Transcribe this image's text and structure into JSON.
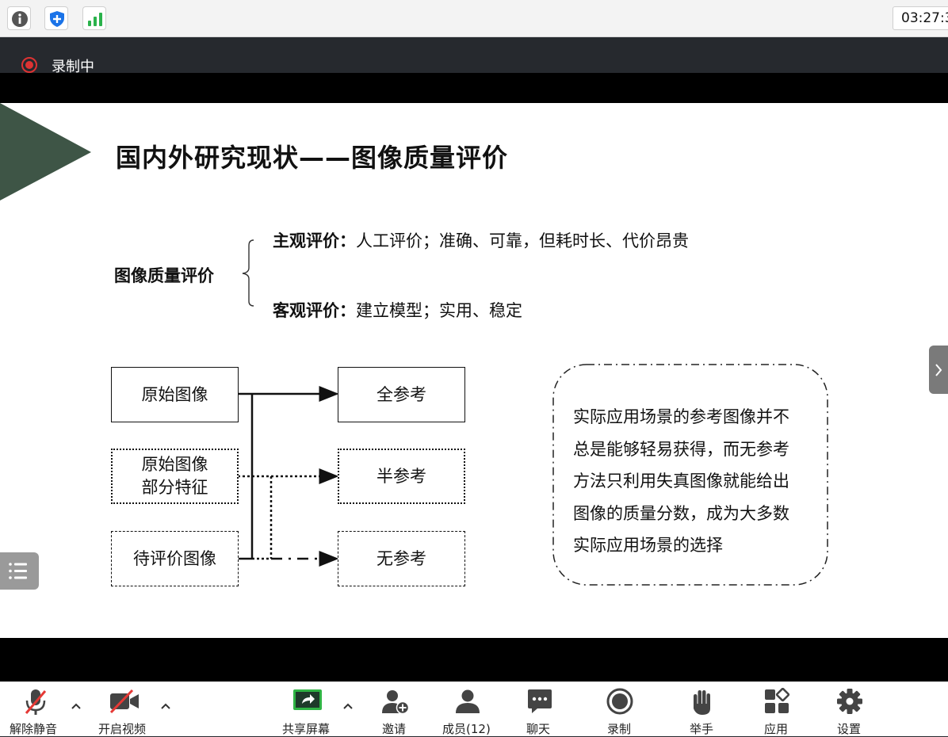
{
  "window": {
    "clock": "03:27:3"
  },
  "recording": {
    "label": "录制中"
  },
  "slide": {
    "title": "国内外研究现状——图像质量评价",
    "category_label": "图像质量评价",
    "subjective_label": "主观评价：",
    "subjective_desc": "人工评价；准确、可靠，但耗时长、代价昂贵",
    "objective_label": "客观评价：",
    "objective_desc": "建立模型；实用、稳定",
    "flow": {
      "source_original": "原始图像",
      "source_partial_line1": "原始图像",
      "source_partial_line2": "部分特征",
      "source_test": "待评价图像",
      "target_full": "全参考",
      "target_reduced": "半参考",
      "target_none": "无参考"
    },
    "note_lines": [
      "实际应用场景的参考图像并不",
      "总是能够轻易获得，而无参考",
      "方法只利用失真图像就能给出",
      "图像的质量分数，成为大多数",
      "实际应用场景的选择"
    ]
  },
  "toolbar": {
    "unmute": "解除静音",
    "start_video": "开启视频",
    "share_screen": "共享屏幕",
    "invite": "邀请",
    "members": "成员(12)",
    "chat": "聊天",
    "record": "录制",
    "raise_hand": "举手",
    "apps": "应用",
    "settings": "设置"
  }
}
